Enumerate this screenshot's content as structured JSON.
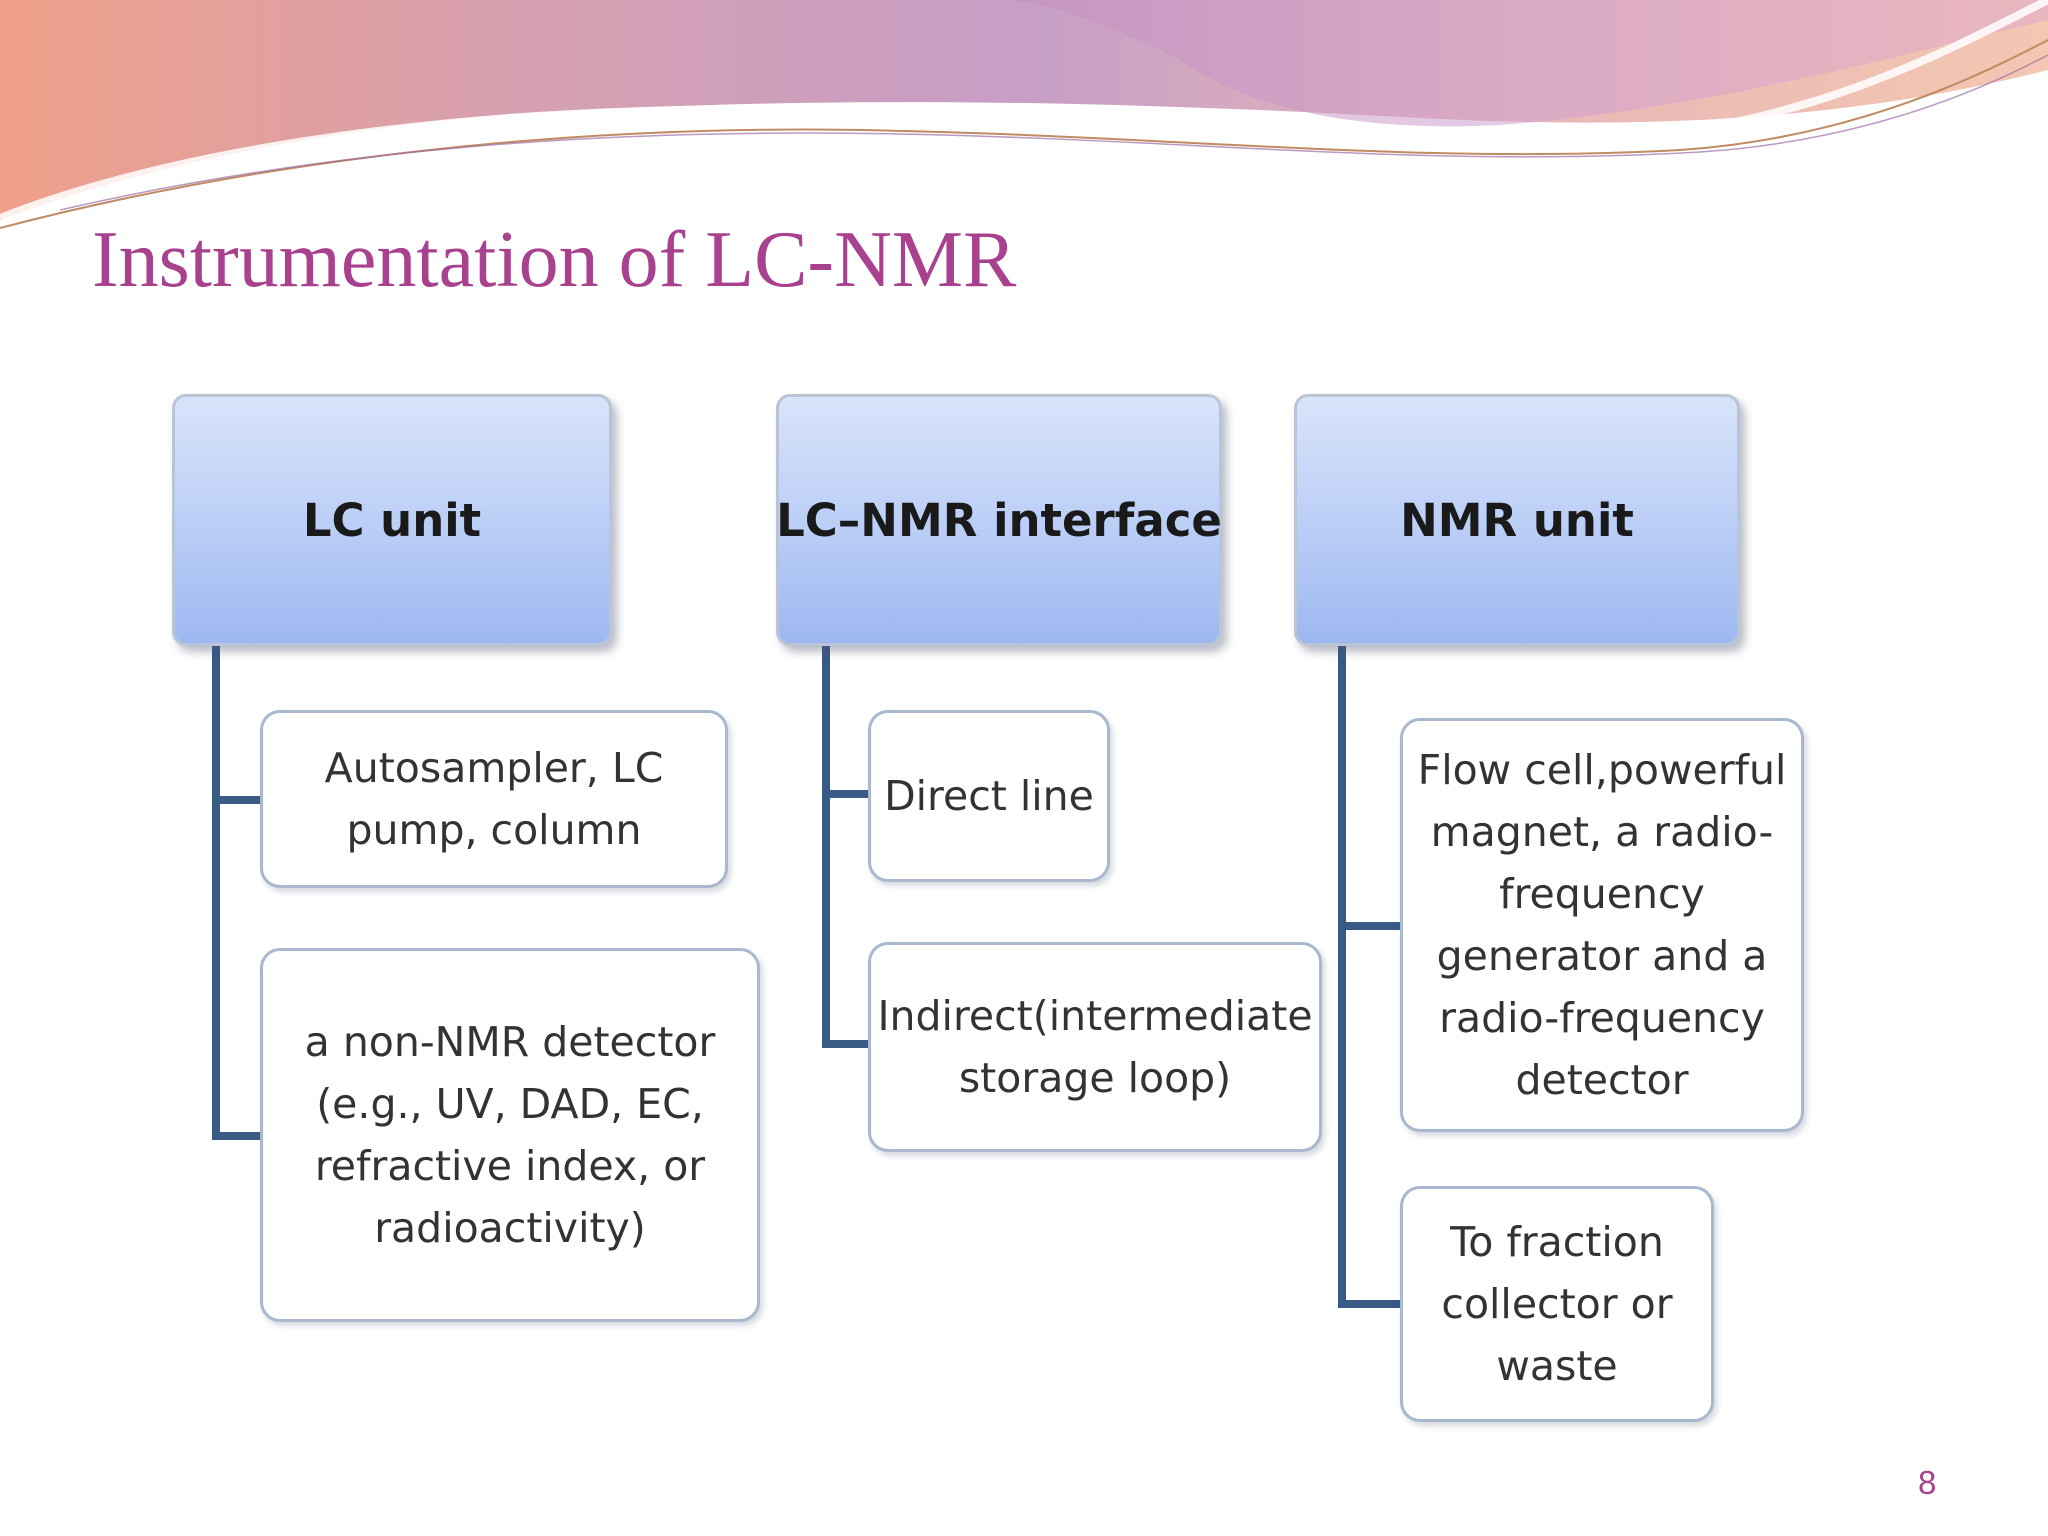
{
  "slide": {
    "title": "Instrumentation of LC-NMR",
    "page_number": "8"
  },
  "diagram": {
    "columns": [
      {
        "heading": "LC unit",
        "items": [
          "Autosampler, LC\npump, column",
          "a non-NMR detector\n(e.g., UV, DAD, EC,\nrefractive index, or\nradioactivity)"
        ]
      },
      {
        "heading": "LC–NMR interface",
        "items": [
          "Direct line",
          "Indirect(intermediate\nstorage loop)"
        ]
      },
      {
        "heading": "NMR unit",
        "items": [
          "Flow cell,powerful\nmagnet, a radio-\nfrequency\ngenerator and a\nradio-frequency\ndetector",
          "To fraction\ncollector or\nwaste"
        ]
      }
    ]
  },
  "colors": {
    "title": "#a8418e",
    "heading_fill": "#b9cdf6",
    "connector": "#3a5a86"
  }
}
